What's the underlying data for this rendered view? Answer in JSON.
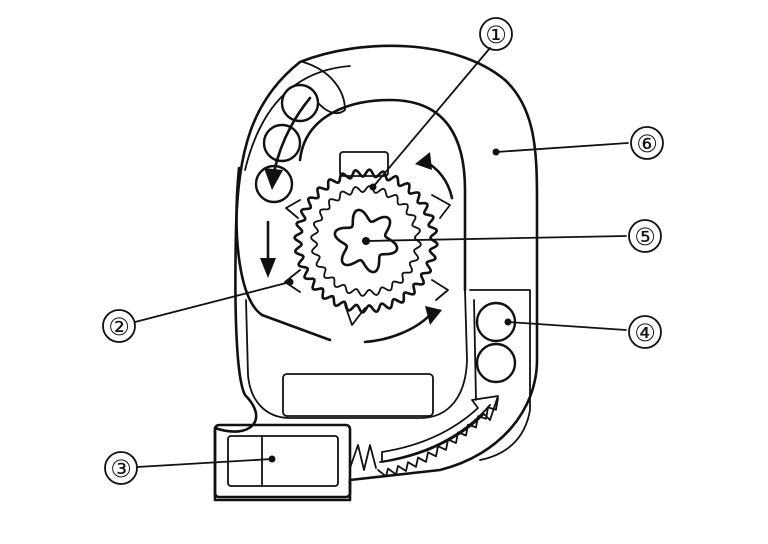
{
  "callouts": [
    {
      "id": "c1",
      "label": "①"
    },
    {
      "id": "c2",
      "label": "②"
    },
    {
      "id": "c3",
      "label": "③"
    },
    {
      "id": "c4",
      "label": "④"
    },
    {
      "id": "c5",
      "label": "⑤"
    },
    {
      "id": "c6",
      "label": "⑥"
    }
  ]
}
